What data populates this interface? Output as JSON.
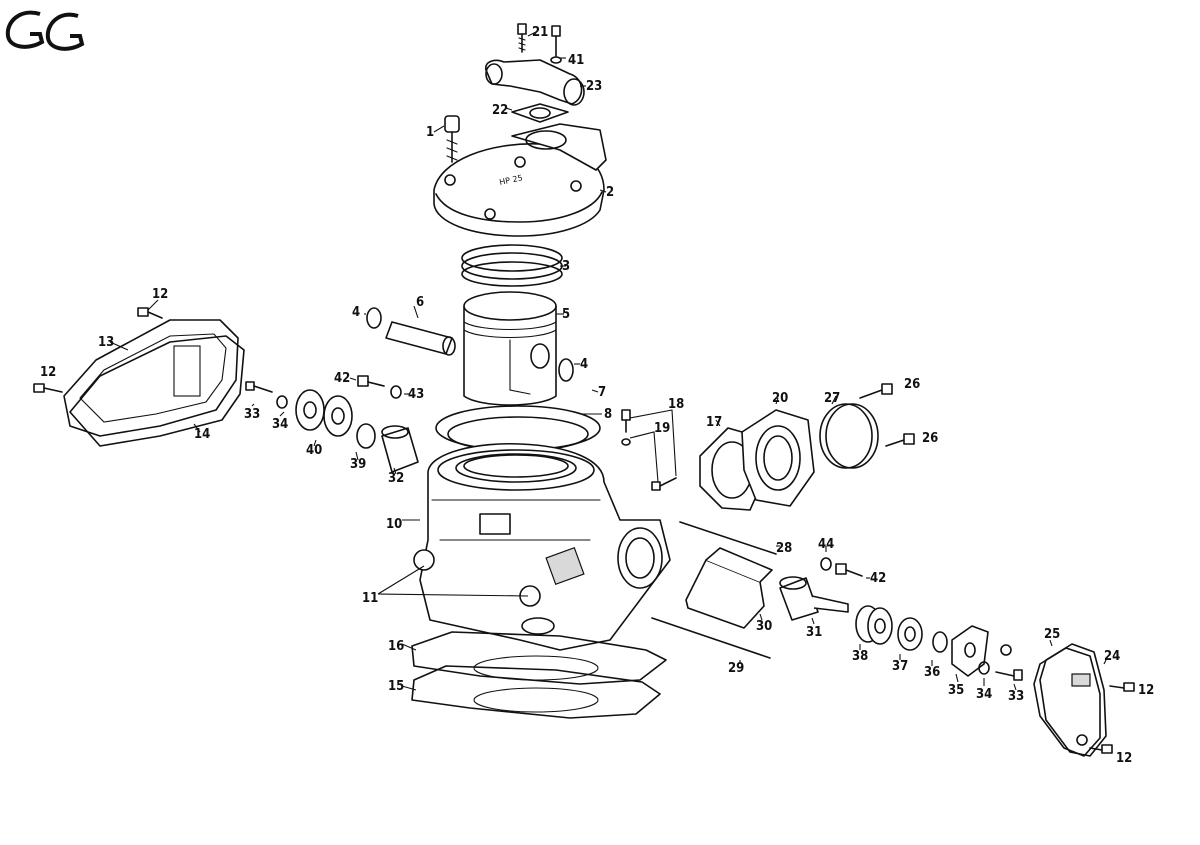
{
  "logo": {
    "text": "GG"
  },
  "callouts": [
    {
      "id": "c21a",
      "text": "21"
    },
    {
      "id": "c41a",
      "text": "41"
    },
    {
      "id": "c23",
      "text": "23"
    },
    {
      "id": "c22",
      "text": "22"
    },
    {
      "id": "c1",
      "text": "1"
    },
    {
      "id": "c2",
      "text": "2"
    },
    {
      "id": "c3",
      "text": "3"
    },
    {
      "id": "c4a",
      "text": "4"
    },
    {
      "id": "c6",
      "text": "6"
    },
    {
      "id": "c5",
      "text": "5"
    },
    {
      "id": "c4b",
      "text": "4"
    },
    {
      "id": "c7",
      "text": "7"
    },
    {
      "id": "c8",
      "text": "8"
    },
    {
      "id": "c18",
      "text": "18"
    },
    {
      "id": "c19",
      "text": "19"
    },
    {
      "id": "c17",
      "text": "17"
    },
    {
      "id": "c20",
      "text": "20"
    },
    {
      "id": "c27",
      "text": "27"
    },
    {
      "id": "c26a",
      "text": "26"
    },
    {
      "id": "c26b",
      "text": "26"
    },
    {
      "id": "c12a",
      "text": "12"
    },
    {
      "id": "c13",
      "text": "13"
    },
    {
      "id": "c12b",
      "text": "12"
    },
    {
      "id": "c14",
      "text": "14"
    },
    {
      "id": "c33a",
      "text": "33"
    },
    {
      "id": "c34a",
      "text": "34"
    },
    {
      "id": "c42a",
      "text": "42"
    },
    {
      "id": "c43",
      "text": "43"
    },
    {
      "id": "c40",
      "text": "40"
    },
    {
      "id": "c39",
      "text": "39"
    },
    {
      "id": "c32",
      "text": "32"
    },
    {
      "id": "c10",
      "text": "10"
    },
    {
      "id": "c11",
      "text": "11"
    },
    {
      "id": "c16",
      "text": "16"
    },
    {
      "id": "c15",
      "text": "15"
    },
    {
      "id": "c28",
      "text": "28"
    },
    {
      "id": "c44",
      "text": "44"
    },
    {
      "id": "c42b",
      "text": "42"
    },
    {
      "id": "c30",
      "text": "30"
    },
    {
      "id": "c31",
      "text": "31"
    },
    {
      "id": "c29",
      "text": "29"
    },
    {
      "id": "c38",
      "text": "38"
    },
    {
      "id": "c37",
      "text": "37"
    },
    {
      "id": "c36",
      "text": "36"
    },
    {
      "id": "c35",
      "text": "35"
    },
    {
      "id": "c34b",
      "text": "34"
    },
    {
      "id": "c33b",
      "text": "33"
    },
    {
      "id": "c25",
      "text": "25"
    },
    {
      "id": "c24",
      "text": "24"
    },
    {
      "id": "c12c",
      "text": "12"
    },
    {
      "id": "c12d",
      "text": "12"
    }
  ]
}
